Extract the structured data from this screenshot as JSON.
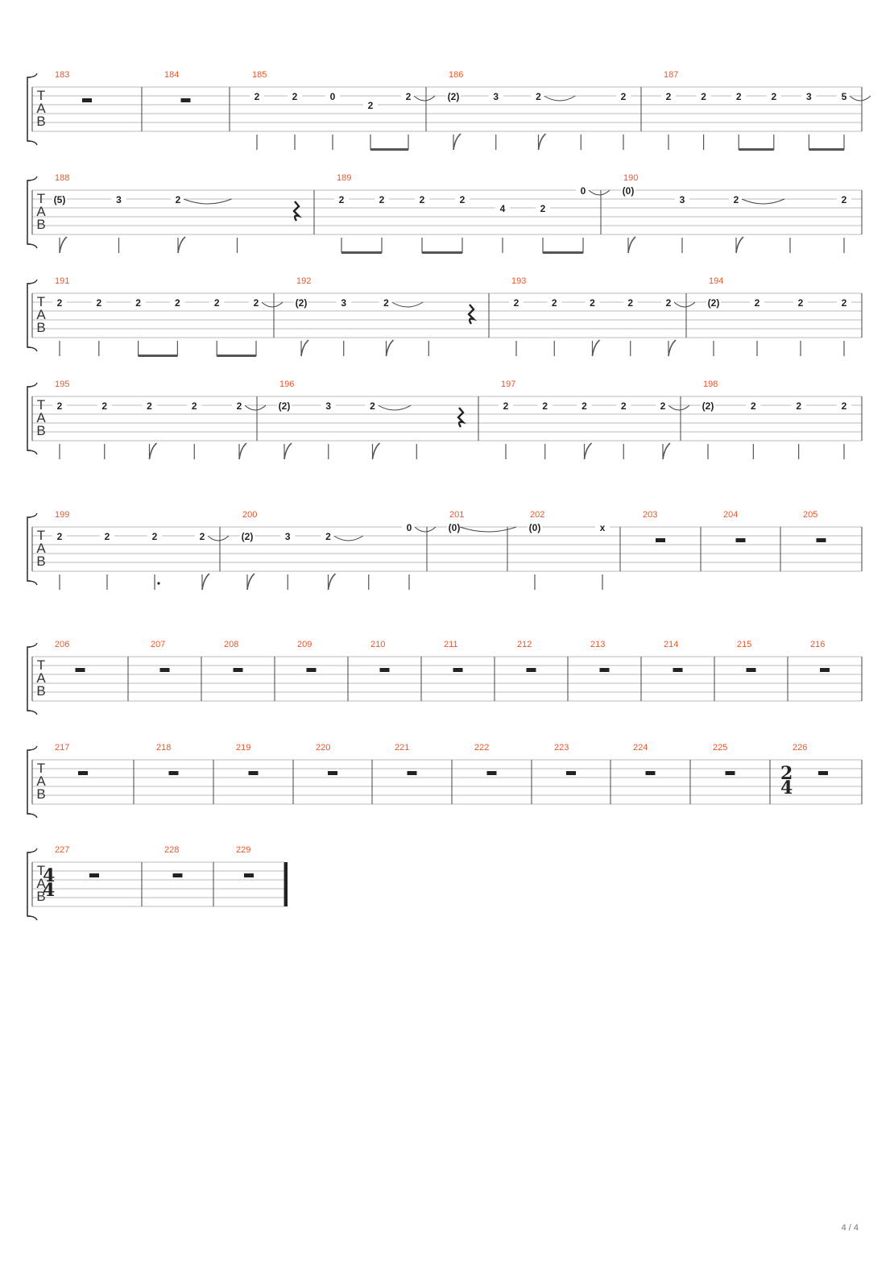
{
  "document": {
    "page_label": "4 / 4",
    "tab_letters": [
      "T",
      "A",
      "B"
    ],
    "colors": {
      "measure_number": "#e8572a",
      "ink": "#222222",
      "staff_line": "#bbbbbb",
      "stem": "#555555"
    }
  },
  "systems": [
    {
      "measures": [
        {
          "number": "183",
          "rest": true
        },
        {
          "number": "184",
          "rest": true
        },
        {
          "number": "185",
          "notes": [
            {
              "fret": "2",
              "string": 1,
              "dur": "q"
            },
            {
              "fret": "2",
              "string": 1,
              "dur": "q"
            },
            {
              "fret": "0",
              "string": 1,
              "dur": "q"
            },
            {
              "fret": "2",
              "string": 2,
              "dur": "8",
              "beam": "a"
            },
            {
              "fret": "2",
              "string": 1,
              "dur": "8",
              "beam": "a",
              "tie": true
            }
          ]
        },
        {
          "number": "186",
          "notes": [
            {
              "fret": "(2)",
              "string": 1,
              "dur": "8"
            },
            {
              "fret": "3",
              "string": 1,
              "dur": "q"
            },
            {
              "fret": "2",
              "string": 1,
              "dur": "8",
              "tie": true
            },
            {
              "fret": "",
              "string": 1,
              "dur": "stem"
            },
            {
              "fret": "2",
              "string": 1,
              "dur": "q"
            }
          ]
        },
        {
          "number": "187",
          "notes": [
            {
              "fret": "2",
              "string": 1,
              "dur": "q"
            },
            {
              "fret": "2",
              "string": 1,
              "dur": "q"
            },
            {
              "fret": "2",
              "string": 1,
              "dur": "8",
              "beam": "a"
            },
            {
              "fret": "2",
              "string": 1,
              "dur": "8",
              "beam": "a"
            },
            {
              "fret": "3",
              "string": 1,
              "dur": "8",
              "beam": "b"
            },
            {
              "fret": "5",
              "string": 1,
              "dur": "8",
              "beam": "b",
              "tie": true
            }
          ]
        }
      ]
    },
    {
      "measures": [
        {
          "number": "188",
          "notes": [
            {
              "fret": "(5)",
              "string": 1,
              "dur": "8"
            },
            {
              "fret": "3",
              "string": 1,
              "dur": "q"
            },
            {
              "fret": "2",
              "string": 1,
              "dur": "8",
              "tie": true
            },
            {
              "fret": "",
              "string": 1,
              "dur": "stem"
            },
            {
              "rest": true
            }
          ]
        },
        {
          "number": "189",
          "notes": [
            {
              "fret": "2",
              "string": 1,
              "dur": "8",
              "beam": "a"
            },
            {
              "fret": "2",
              "string": 1,
              "dur": "8",
              "beam": "a"
            },
            {
              "fret": "2",
              "string": 1,
              "dur": "8",
              "beam": "b"
            },
            {
              "fret": "2",
              "string": 1,
              "dur": "8",
              "beam": "b"
            },
            {
              "fret": "4",
              "string": 2,
              "dur": "q"
            },
            {
              "fret": "2",
              "string": 2,
              "dur": "8",
              "beam": "c"
            },
            {
              "fret": "0",
              "string": 0,
              "dur": "8",
              "beam": "c",
              "tie": true
            }
          ]
        },
        {
          "number": "190",
          "notes": [
            {
              "fret": "(0)",
              "string": 0,
              "dur": "8"
            },
            {
              "fret": "3",
              "string": 1,
              "dur": "q"
            },
            {
              "fret": "2",
              "string": 1,
              "dur": "8",
              "tie": true
            },
            {
              "fret": "",
              "string": 1,
              "dur": "stem"
            },
            {
              "fret": "2",
              "string": 1,
              "dur": "q"
            }
          ]
        }
      ]
    },
    {
      "measures": [
        {
          "number": "191",
          "notes": [
            {
              "fret": "2",
              "string": 1,
              "dur": "q"
            },
            {
              "fret": "2",
              "string": 1,
              "dur": "q"
            },
            {
              "fret": "2",
              "string": 1,
              "dur": "8",
              "beam": "a"
            },
            {
              "fret": "2",
              "string": 1,
              "dur": "8",
              "beam": "a"
            },
            {
              "fret": "2",
              "string": 1,
              "dur": "8",
              "beam": "b"
            },
            {
              "fret": "2",
              "string": 1,
              "dur": "8",
              "beam": "b",
              "tie": true
            }
          ]
        },
        {
          "number": "192",
          "notes": [
            {
              "fret": "(2)",
              "string": 1,
              "dur": "8"
            },
            {
              "fret": "3",
              "string": 1,
              "dur": "q"
            },
            {
              "fret": "2",
              "string": 1,
              "dur": "8",
              "tie": true
            },
            {
              "fret": "",
              "string": 1,
              "dur": "stem"
            },
            {
              "rest": true
            }
          ]
        },
        {
          "number": "193",
          "notes": [
            {
              "fret": "2",
              "string": 1,
              "dur": "q"
            },
            {
              "fret": "2",
              "string": 1,
              "dur": "q"
            },
            {
              "fret": "2",
              "string": 1,
              "dur": "8"
            },
            {
              "fret": "2",
              "string": 1,
              "dur": "q"
            },
            {
              "fret": "2",
              "string": 1,
              "dur": "8",
              "tie": true
            }
          ]
        },
        {
          "number": "194",
          "notes": [
            {
              "fret": "(2)",
              "string": 1,
              "dur": "q"
            },
            {
              "fret": "2",
              "string": 1,
              "dur": "q"
            },
            {
              "fret": "2",
              "string": 1,
              "dur": "q"
            },
            {
              "fret": "2",
              "string": 1,
              "dur": "q"
            }
          ]
        }
      ]
    },
    {
      "measures": [
        {
          "number": "195",
          "notes": [
            {
              "fret": "2",
              "string": 1,
              "dur": "q"
            },
            {
              "fret": "2",
              "string": 1,
              "dur": "q"
            },
            {
              "fret": "2",
              "string": 1,
              "dur": "8"
            },
            {
              "fret": "2",
              "string": 1,
              "dur": "q"
            },
            {
              "fret": "2",
              "string": 1,
              "dur": "8",
              "tie": true
            }
          ]
        },
        {
          "number": "196",
          "notes": [
            {
              "fret": "(2)",
              "string": 1,
              "dur": "8"
            },
            {
              "fret": "3",
              "string": 1,
              "dur": "q"
            },
            {
              "fret": "2",
              "string": 1,
              "dur": "8",
              "tie": true
            },
            {
              "fret": "",
              "string": 1,
              "dur": "stem"
            },
            {
              "rest": true
            }
          ]
        },
        {
          "number": "197",
          "notes": [
            {
              "fret": "2",
              "string": 1,
              "dur": "q"
            },
            {
              "fret": "2",
              "string": 1,
              "dur": "q"
            },
            {
              "fret": "2",
              "string": 1,
              "dur": "8"
            },
            {
              "fret": "2",
              "string": 1,
              "dur": "q"
            },
            {
              "fret": "2",
              "string": 1,
              "dur": "8",
              "tie": true
            }
          ]
        },
        {
          "number": "198",
          "notes": [
            {
              "fret": "(2)",
              "string": 1,
              "dur": "q"
            },
            {
              "fret": "2",
              "string": 1,
              "dur": "q"
            },
            {
              "fret": "2",
              "string": 1,
              "dur": "q"
            },
            {
              "fret": "2",
              "string": 1,
              "dur": "q"
            }
          ]
        }
      ]
    },
    {
      "measures": [
        {
          "number": "199",
          "notes": [
            {
              "fret": "2",
              "string": 1,
              "dur": "q"
            },
            {
              "fret": "2",
              "string": 1,
              "dur": "q"
            },
            {
              "fret": "2",
              "string": 1,
              "dur": "q",
              "dot": true
            },
            {
              "fret": "2",
              "string": 1,
              "dur": "8",
              "tie": true
            }
          ]
        },
        {
          "number": "200",
          "notes": [
            {
              "fret": "(2)",
              "string": 1,
              "dur": "8"
            },
            {
              "fret": "3",
              "string": 1,
              "dur": "q"
            },
            {
              "fret": "2",
              "string": 1,
              "dur": "8",
              "tie": true
            },
            {
              "fret": "",
              "string": 1,
              "dur": "stem"
            },
            {
              "fret": "0",
              "string": 0,
              "dur": "q",
              "tie": true
            }
          ]
        },
        {
          "number": "201",
          "notes": [
            {
              "fret": "(0)",
              "string": 0,
              "dur": "w",
              "tie": true
            }
          ]
        },
        {
          "number": "202",
          "notes": [
            {
              "fret": "(0)",
              "string": 0,
              "dur": "q"
            },
            {
              "fret": "x",
              "string": 0,
              "dur": "q"
            }
          ]
        },
        {
          "number": "203",
          "rest": true
        },
        {
          "number": "204",
          "rest": true
        },
        {
          "number": "205",
          "rest": true
        }
      ]
    },
    {
      "measures": [
        {
          "number": "206",
          "rest": true
        },
        {
          "number": "207",
          "rest": true
        },
        {
          "number": "208",
          "rest": true
        },
        {
          "number": "209",
          "rest": true
        },
        {
          "number": "210",
          "rest": true
        },
        {
          "number": "211",
          "rest": true
        },
        {
          "number": "212",
          "rest": true
        },
        {
          "number": "213",
          "rest": true
        },
        {
          "number": "214",
          "rest": true
        },
        {
          "number": "215",
          "rest": true
        },
        {
          "number": "216",
          "rest": true
        }
      ]
    },
    {
      "measures": [
        {
          "number": "217",
          "rest": true
        },
        {
          "number": "218",
          "rest": true
        },
        {
          "number": "219",
          "rest": true
        },
        {
          "number": "220",
          "rest": true
        },
        {
          "number": "221",
          "rest": true
        },
        {
          "number": "222",
          "rest": true
        },
        {
          "number": "223",
          "rest": true
        },
        {
          "number": "224",
          "rest": true
        },
        {
          "number": "225",
          "rest": true
        },
        {
          "number": "226",
          "rest": true,
          "time_signature": [
            "2",
            "4"
          ]
        }
      ]
    },
    {
      "final_barline": true,
      "measures": [
        {
          "number": "227",
          "rest": true,
          "time_signature": [
            "4",
            "4"
          ]
        },
        {
          "number": "228",
          "rest": true
        },
        {
          "number": "229",
          "rest": true
        }
      ]
    }
  ]
}
